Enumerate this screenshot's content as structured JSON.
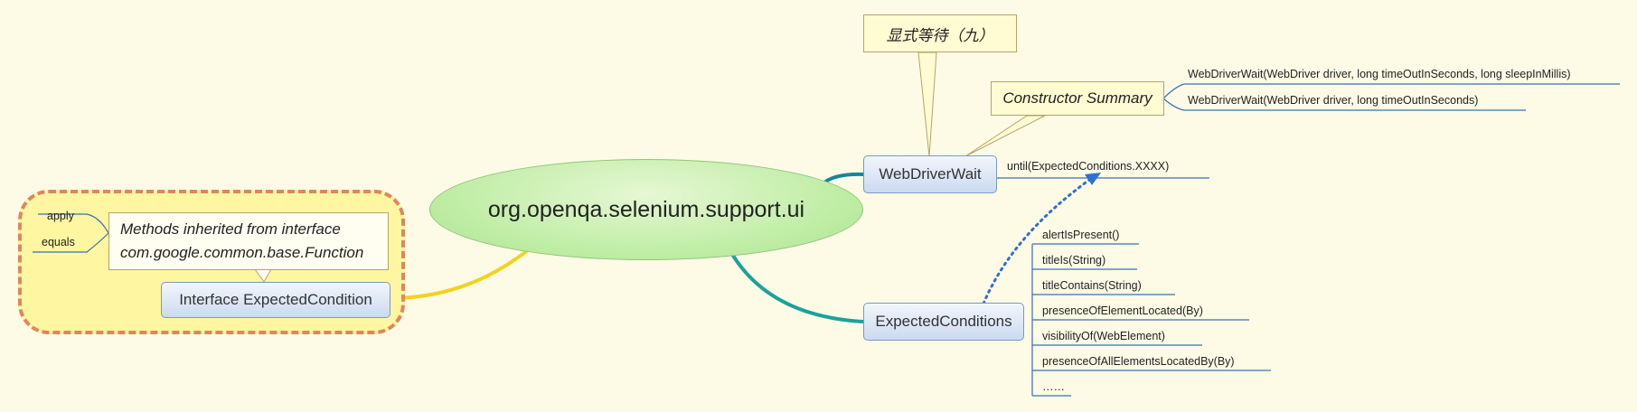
{
  "central": "org.openqa.selenium.support.ui",
  "webdriverwait": {
    "label": "WebDriverWait",
    "until": "until(ExpectedConditions.XXXX)",
    "constructor_summary": {
      "label": "Constructor Summary",
      "items": [
        "WebDriverWait(WebDriver driver, long timeOutInSeconds, long sleepInMillis)",
        "WebDriverWait(WebDriver driver, long timeOutInSeconds)"
      ]
    }
  },
  "title_callout": "显式等待（九）",
  "expected_conditions": {
    "label": "ExpectedConditions",
    "items": [
      "alertIsPresent()",
      "titleIs(String)",
      "titleContains(String)",
      "presenceOfElementLocated(By)",
      "visibilityOf(WebElement)",
      "presenceOfAllElementsLocatedBy(By)",
      "……"
    ]
  },
  "interface_ec": {
    "label": "Interface ExpectedCondition",
    "callout_line1": "Methods inherited from interface",
    "callout_line2": "com.google.common.base.Function",
    "items": [
      "apply",
      "equals"
    ]
  },
  "colors": {
    "background": "#fdfbe6",
    "teal_link": "#1a9a9a",
    "yellow_link": "#f3d21c",
    "leaf_line": "#3b6fb4",
    "cloud_border": "#e08560",
    "cloud_fill": "#fef6a0",
    "relationship": "#2f6fd6"
  }
}
